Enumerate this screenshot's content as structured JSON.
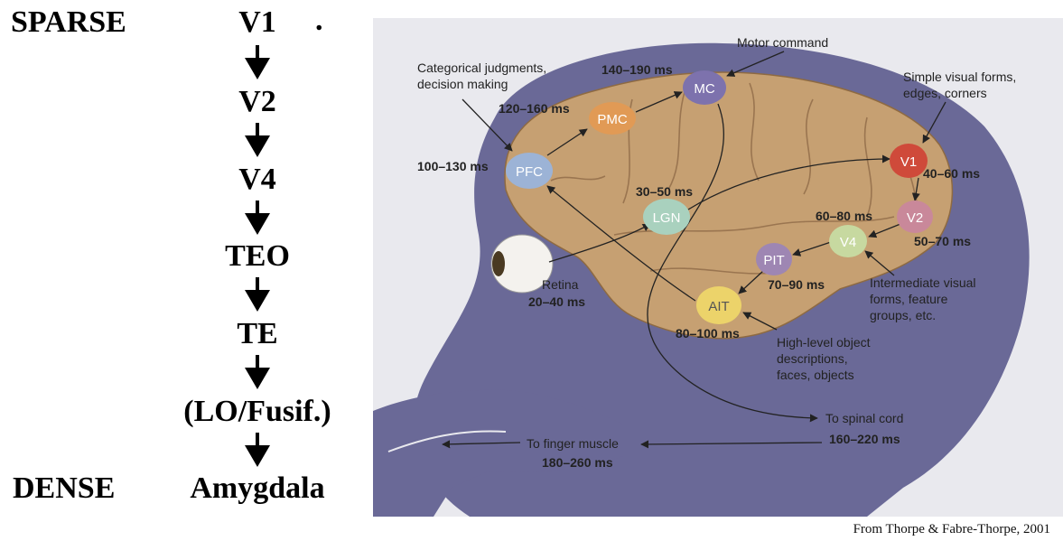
{
  "left_panel": {
    "sparse_label": "SPARSE",
    "dense_label": "DENSE",
    "dot": ".",
    "hierarchy": [
      "V1",
      "V2",
      "V4",
      "TEO",
      "TE",
      "(LO/Fusif.)",
      "Amygdala"
    ]
  },
  "figure": {
    "areas": {
      "mc": "MC",
      "pmc": "PMC",
      "pfc": "PFC",
      "lgn": "LGN",
      "v1": "V1",
      "v2": "V2",
      "v4": "V4",
      "pit": "PIT",
      "ait": "AIT"
    },
    "latencies": {
      "mc": "140–190 ms",
      "pmc": "120–160 ms",
      "pfc": "100–130 ms",
      "lgn": "30–50 ms",
      "v1": "40–60 ms",
      "v2": "50–70 ms",
      "v4": "60–80 ms",
      "pit": "70–90 ms",
      "ait": "80–100 ms",
      "retina": "20–40 ms",
      "spinal": "160–220 ms",
      "finger": "180–260 ms"
    },
    "annotations": {
      "motor_command": "Motor command",
      "categorical": [
        "Categorical judgments,",
        "decision making"
      ],
      "simple_forms": [
        "Simple visual forms,",
        "edges, corners"
      ],
      "intermediate": [
        "Intermediate visual",
        "forms, feature",
        "groups, etc."
      ],
      "high_level": [
        "High-level object",
        "descriptions,",
        "faces, objects"
      ],
      "retina": "Retina",
      "spinal_cord": "To spinal cord",
      "finger_muscle": "To finger muscle"
    },
    "colors": {
      "mc": "#7d72ad",
      "pmc": "#e19a55",
      "pfc": "#9cb3d6",
      "lgn": "#a9d1be",
      "v1": "#cf4a3a",
      "v2": "#c9889a",
      "v4": "#c7d9a0",
      "pit": "#9e86b3",
      "ait": "#ecd36a"
    }
  },
  "credit": "From Thorpe & Fabre-Thorpe, 2001"
}
